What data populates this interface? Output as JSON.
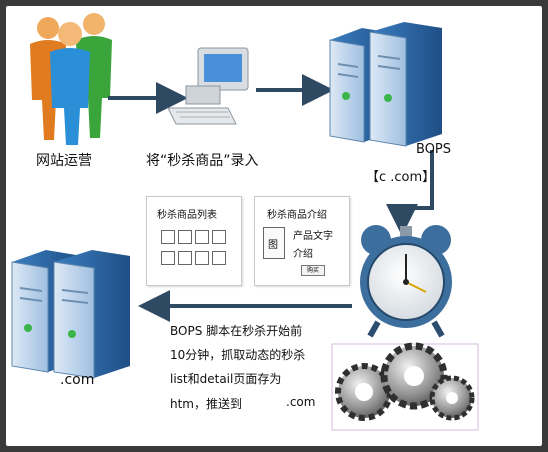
{
  "labels": {
    "operator": "网站运营",
    "entry": "将“秒杀商品”录入",
    "bops": "BOPS",
    "bops_domain": "【c          .com】",
    "target_domain": ".com",
    "desc_line1": "BOPS 脚本在秒杀开始前",
    "desc_line2": "10分钟，抓取动态的秒杀",
    "desc_line3": "list和detail页面存为",
    "desc_line4": "htm，推送到",
    "desc_line4_tail": ".com"
  },
  "list_card": {
    "title": "秒杀商品列表"
  },
  "detail_card": {
    "title": "秒杀商品介绍",
    "image_label": "图",
    "text_line1": "产品文字",
    "text_line2": "介绍",
    "button_label": "购买"
  },
  "colors": {
    "arrow": "#2e4a63",
    "server_blue": "#2f6fa8",
    "gear": "#6b6b6b"
  }
}
